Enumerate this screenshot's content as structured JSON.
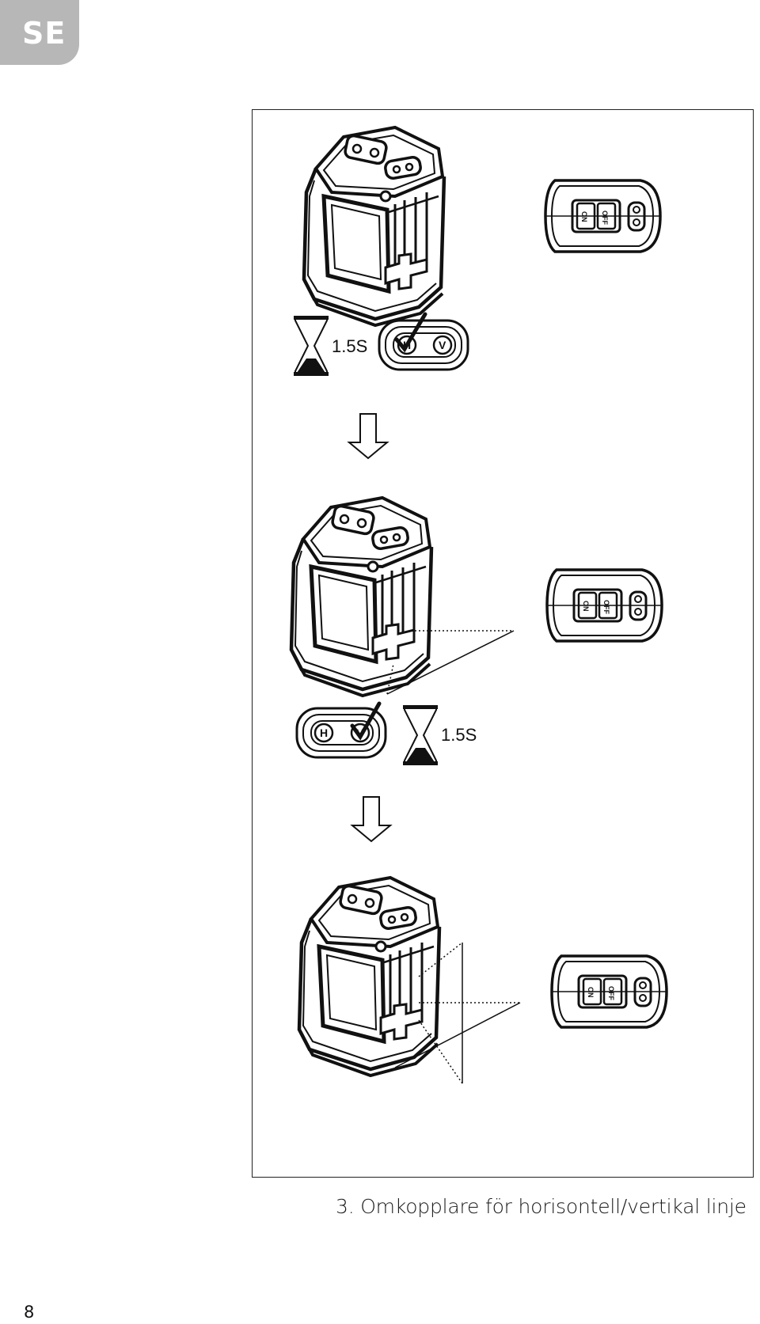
{
  "language_tab": "SE",
  "figure": {
    "steps": [
      {
        "timer": "1.5S",
        "h_button": "H",
        "v_button": "V",
        "active": "H",
        "remote": {
          "on": "ON",
          "off": "OFF"
        }
      },
      {
        "timer": "1.5S",
        "h_button": "H",
        "v_button": "V",
        "active": "V",
        "remote": {
          "on": "ON",
          "off": "OFF"
        }
      },
      {
        "remote": {
          "on": "ON",
          "off": "OFF"
        }
      }
    ]
  },
  "caption": "3. Omkopplare för horisontell/vertikal linje",
  "page_number": "8"
}
